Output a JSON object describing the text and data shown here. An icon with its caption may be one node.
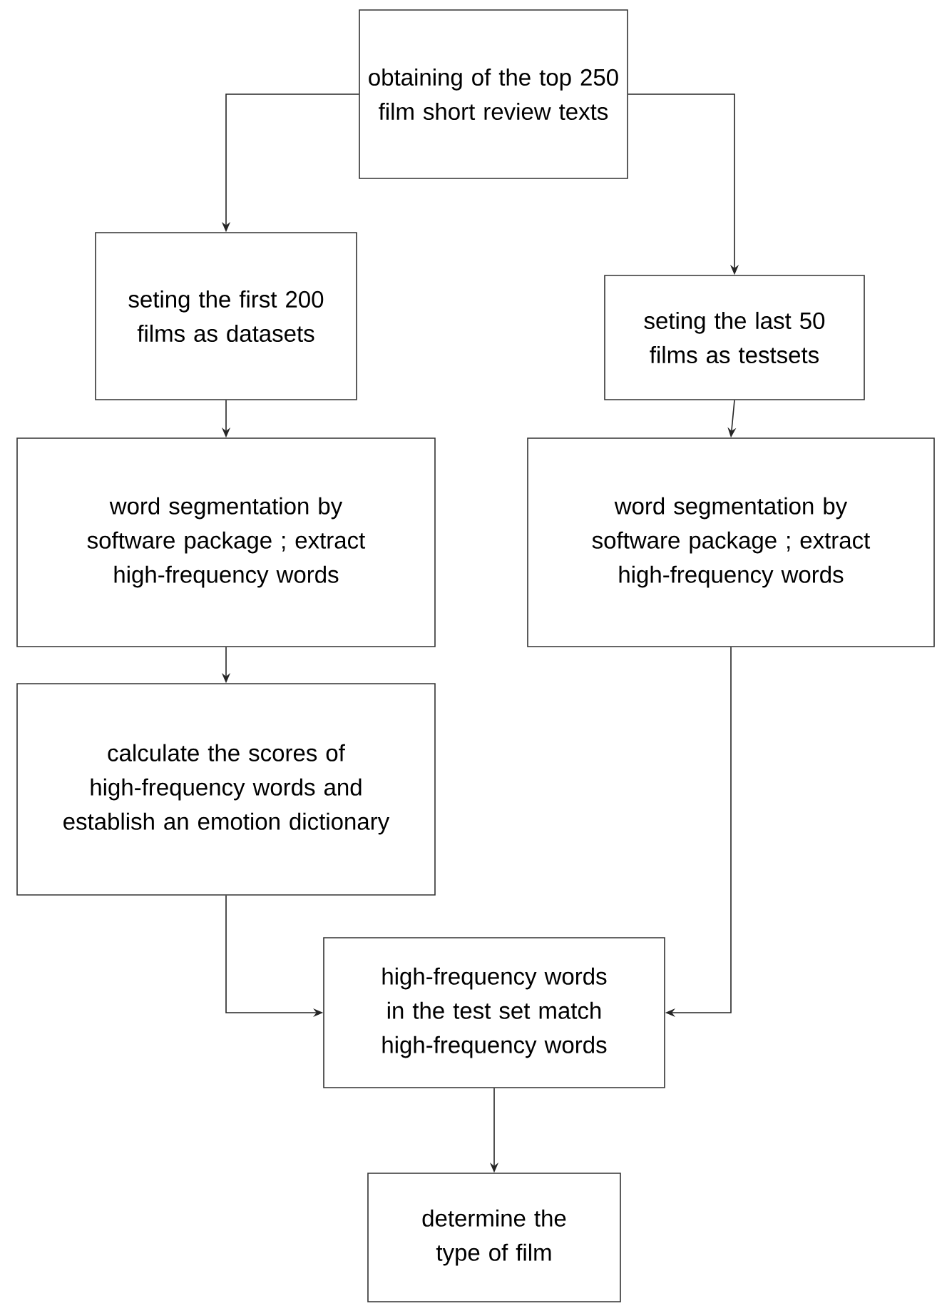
{
  "diagram": {
    "nodes": [
      {
        "text": [
          "obtaining of the top 250 film short review texts"
        ]
      },
      {
        "text": [
          "seting the first 200 films as datasets"
        ]
      },
      {
        "text": [
          "seting the last 50 films as testsets"
        ]
      },
      {
        "text": [
          "word segmentation by software package ; extract high-frequency words"
        ]
      },
      {
        "text": [
          "word segmentation by software package ; extract high-frequency words"
        ]
      },
      {
        "text": [
          "calculate the scores of high-frequency words and establish an emotion dictionary"
        ]
      },
      {
        "text": [
          "high-frequency words in the test set match high-frequency words"
        ]
      },
      {
        "text": [
          "determine the type of film"
        ]
      }
    ],
    "edges": [
      {
        "from": 0,
        "to": 1,
        "arrow": "to"
      },
      {
        "from": 0,
        "to": 2,
        "arrow": "to"
      },
      {
        "from": 1,
        "to": 3,
        "arrow": "to"
      },
      {
        "from": 2,
        "to": 4,
        "arrow": "to"
      },
      {
        "from": 3,
        "to": 5,
        "arrow": "to"
      },
      {
        "from": 5,
        "to": 6,
        "arrow": "to"
      },
      {
        "from": 4,
        "to": 6,
        "arrow": "to"
      },
      {
        "from": 6,
        "to": 7,
        "arrow": "to"
      }
    ]
  }
}
